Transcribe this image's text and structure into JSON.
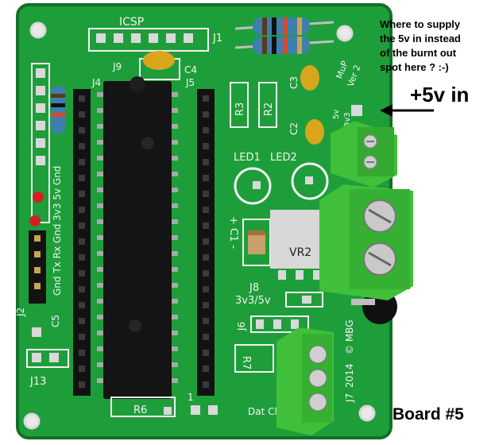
{
  "annotation": {
    "note_lines": [
      "Where to supply",
      "the 5v in instead",
      "of the burnt out",
      "spot here ? :-)"
    ],
    "callout": "+5v in",
    "caption": "Board #5"
  },
  "board": {
    "silkscreen": {
      "icsp": "ICSP",
      "j1": "J1",
      "j9": "J9",
      "c4": "C4",
      "j4": "J4",
      "j5": "J5",
      "c3": "C3",
      "c2": "C2",
      "r3": "R3",
      "r2": "R2",
      "mup": "MuP",
      "ver": "Ver 2",
      "v5": "5v",
      "v3v3": "3v3",
      "led1": "LED1",
      "led2": "LED2",
      "c1": "+ C1 -",
      "vr2": "VR2",
      "j8": "J8",
      "j8_options": "3v3/5v",
      "j6": "J6",
      "r7": "R7",
      "year": "2014",
      "mbg": "© MBG",
      "j7": "J7",
      "r6": "R6",
      "j13": "J13",
      "j2": "J2",
      "c5": "C5",
      "left_header": "Gnd Tx Rx Gnd 3v3 5v Gnd",
      "bottom_labels": "Dat Clk Gnd",
      "pin1": "1"
    }
  },
  "colors": {
    "pcb": "#1e9e3a",
    "pcb_dark": "#157a2c",
    "terminal": "#3fbf3a",
    "ic": "#141414",
    "silk": "#f2f2f2"
  }
}
